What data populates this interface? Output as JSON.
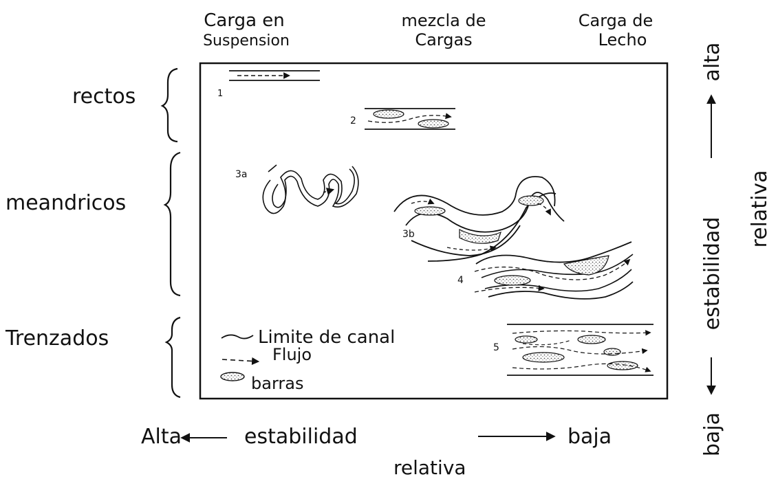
{
  "columns": {
    "suspension": [
      "Carga en",
      "Suspension"
    ],
    "mixed": [
      "mezcla de",
      "Cargas"
    ],
    "bedload": [
      "Carga de",
      "Lecho"
    ]
  },
  "rows": {
    "straight": "rectos",
    "meandering": "meandricos",
    "braided": "Trenzados"
  },
  "channels": {
    "c1": "1",
    "c2": "2",
    "c3a": "3a",
    "c3b": "3b",
    "c4": "4",
    "c5": "5"
  },
  "legend": {
    "boundary": "Limite de canal",
    "flow": "Flujo",
    "bars": "barras"
  },
  "x_axis": {
    "left": "Alta",
    "center": "estabilidad",
    "center2": "relativa",
    "right": "baja"
  },
  "y_axis": {
    "top": "alta",
    "middle": "estabilidad",
    "sub": "relativa",
    "bottom": "baja"
  },
  "colors": {
    "ink": "#111111",
    "background": "#ffffff",
    "stipple": "#777777"
  }
}
